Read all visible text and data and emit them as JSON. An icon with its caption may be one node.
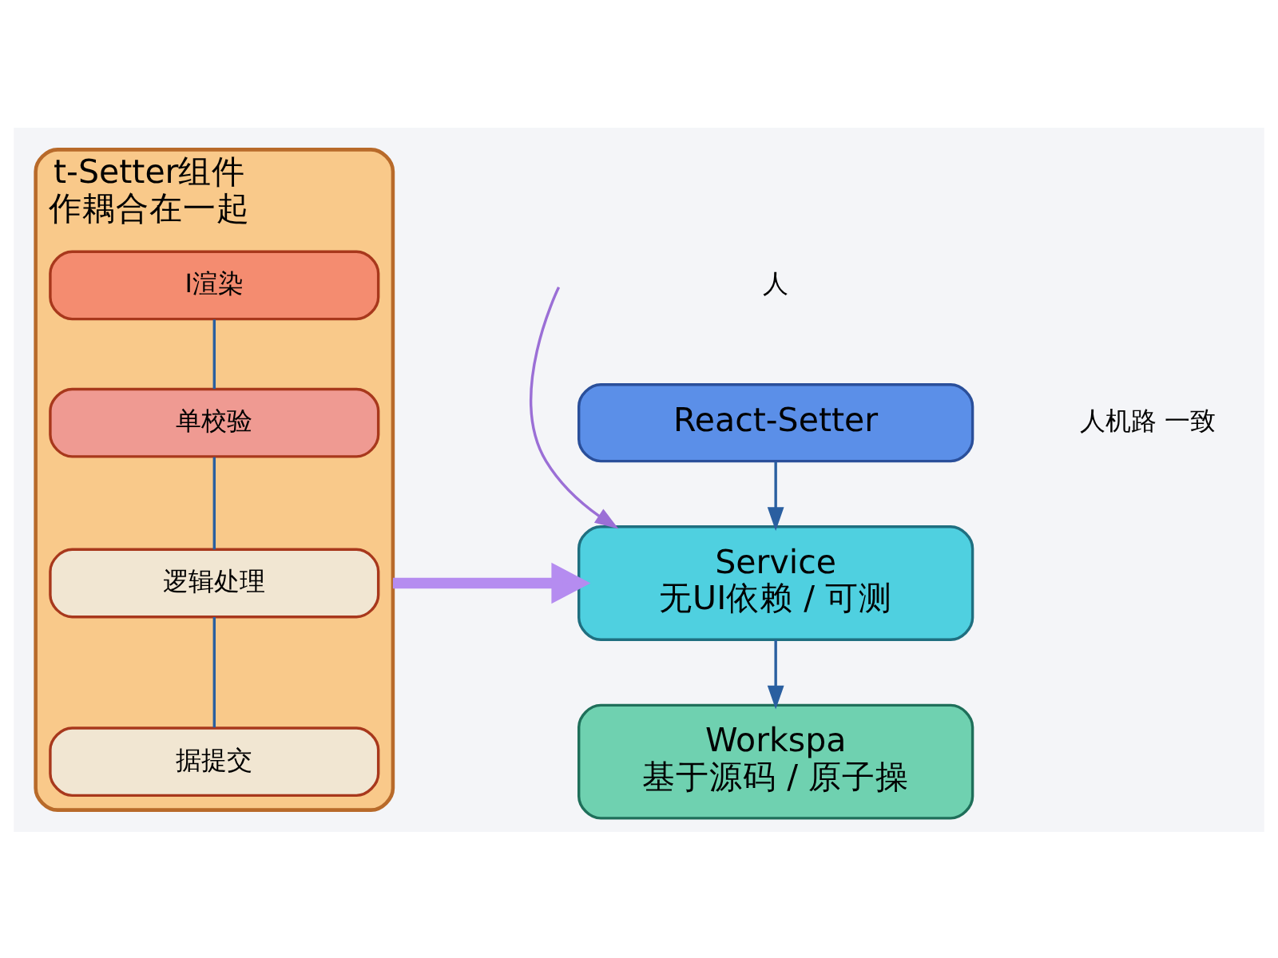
{
  "diagram": {
    "nodes": [
      {
        "text": [
          "t-Setter组件",
          "作耦合在一起"
        ]
      },
      {
        "text": [
          "I渲染"
        ],
        "in": 0
      },
      {
        "text": [
          "单校验"
        ],
        "in": 0
      },
      {
        "text": [
          "逻辑处理"
        ],
        "in": 0
      },
      {
        "text": [
          "据提交"
        ],
        "in": 0
      },
      {
        "text": [
          "React-Setter"
        ],
        "beside": [
          "人"
        ]
      },
      {
        "text": [
          "Service",
          "无UI依赖 / 可测"
        ]
      },
      {
        "text": [
          "Workspa",
          "基于源码 / 原子操"
        ]
      }
    ],
    "edges": [
      {
        "from": 1,
        "to": 2,
        "arrow": "none"
      },
      {
        "from": 2,
        "to": 3,
        "arrow": "none"
      },
      {
        "from": 3,
        "to": 4,
        "arrow": "none"
      },
      {
        "from": 0,
        "to": 6,
        "arrow": "to",
        "style": "thick",
        "color": "#b58cf0"
      },
      {
        "from": 5,
        "to": 6,
        "arrow": "to"
      },
      {
        "from": null,
        "to": 6,
        "arrow": "to",
        "color": "#9b6fd6"
      },
      {
        "from": 6,
        "to": 7,
        "arrow": "to"
      }
    ],
    "labels": [
      "人机路 一致"
    ]
  }
}
